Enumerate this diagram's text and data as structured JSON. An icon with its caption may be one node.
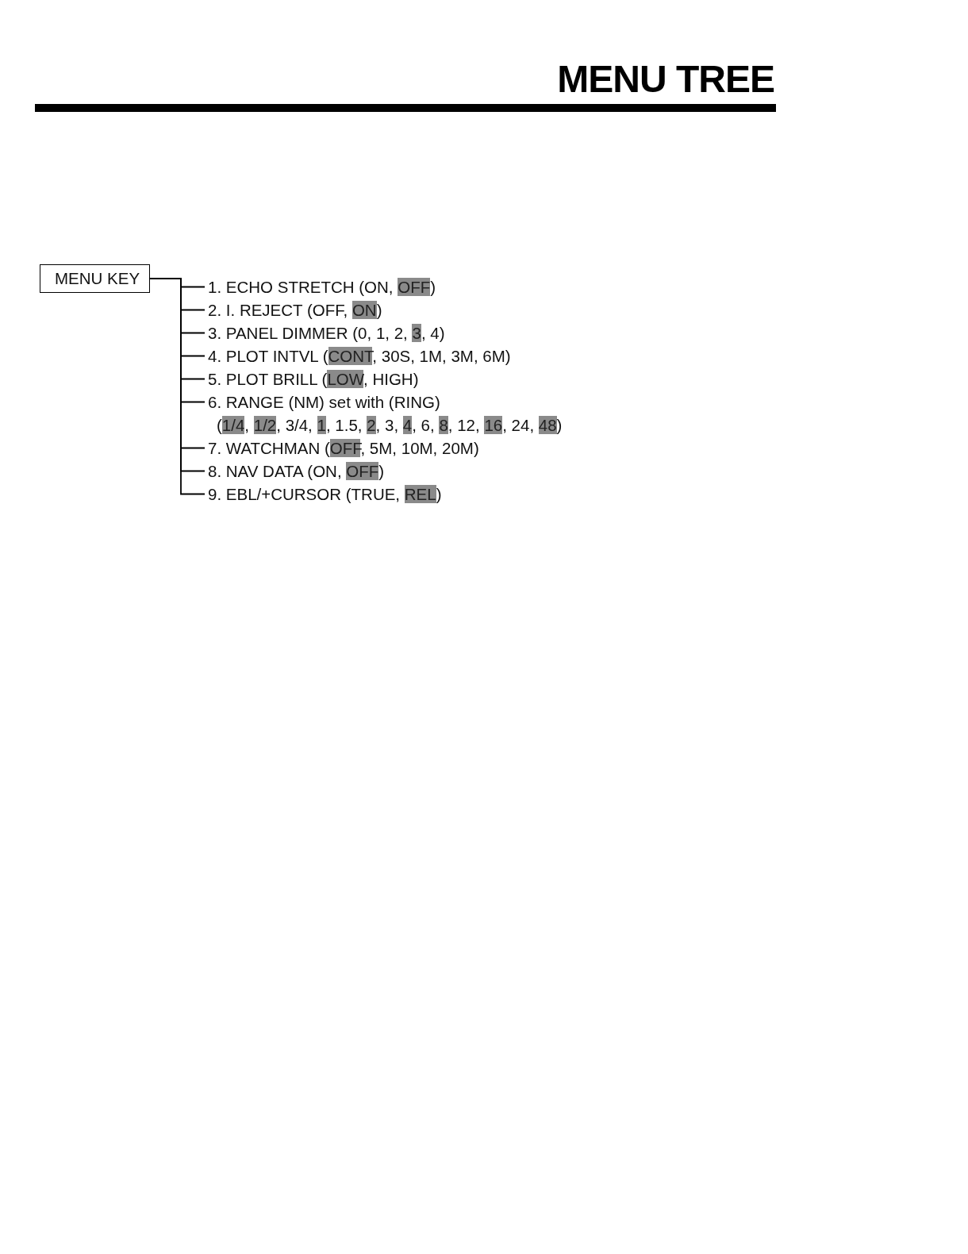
{
  "diagram": {
    "title": "MENU TREE",
    "nodes": [
      {
        "text": [
          "MENU KEY"
        ]
      },
      {
        "text": [
          "1. ECHO STRETCH (ON, **OFF**)"
        ]
      },
      {
        "text": [
          "2. I. REJECT (OFF, **ON**)"
        ]
      },
      {
        "text": [
          "3. PANEL DIMMER (0, 1, 2, **3**, 4)"
        ]
      },
      {
        "text": [
          "4. PLOT INTVL  (**CONT**, 30S, 1M, 3M, 6M)"
        ]
      },
      {
        "text": [
          "5. PLOT BRILL (**LOW**,   HIGH)"
        ]
      },
      {
        "text": [
          "6. RANGE (NM) set with (RING)",
          "(**1/4**, **1/2**, 3/4, **1**, 1.5, **2**, 3, **4**, 6, **8**, 12, **16**, 24, **48**)"
        ]
      },
      {
        "text": [
          "7. WATCHMAN  (**OFF**, 5M, 10M, 20M)"
        ]
      },
      {
        "text": [
          "8. NAV DATA (ON, **OFF**)"
        ]
      },
      {
        "text": [
          "9. EBL/+CURSOR (TRUE, **REL**)"
        ]
      }
    ],
    "edges": [
      {
        "from": 0,
        "to": 1,
        "arrow": "none"
      },
      {
        "from": 0,
        "to": 2,
        "arrow": "none"
      },
      {
        "from": 0,
        "to": 3,
        "arrow": "none"
      },
      {
        "from": 0,
        "to": 4,
        "arrow": "none"
      },
      {
        "from": 0,
        "to": 5,
        "arrow": "none"
      },
      {
        "from": 0,
        "to": 6,
        "arrow": "none"
      },
      {
        "from": 0,
        "to": 7,
        "arrow": "none"
      },
      {
        "from": 0,
        "to": 8,
        "arrow": "none"
      },
      {
        "from": 0,
        "to": 9,
        "arrow": "none"
      }
    ]
  }
}
